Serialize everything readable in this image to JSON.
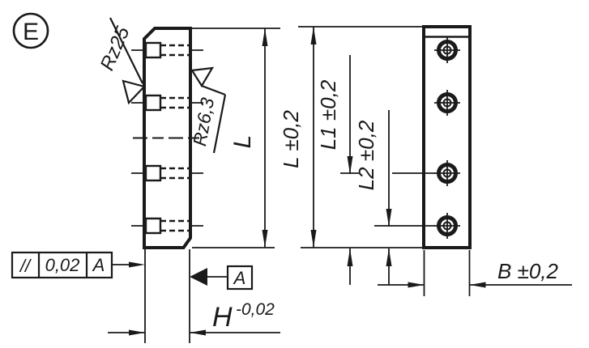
{
  "view_label": "E",
  "surface_finish": {
    "left_face": "Rz25",
    "front_face": "Rz6,3"
  },
  "dimensions": {
    "length": "L",
    "length_tol": "L ±0,2",
    "hole_pos_1": "L1 ±0,2",
    "hole_pos_2": "L2 ±0,2",
    "width": "B ±0,2",
    "height_base": "H",
    "height_tol": "-0,02"
  },
  "tolerance_frame": {
    "symbol": "//",
    "value": "0,02",
    "datum_ref": "A"
  },
  "datum_label": "A",
  "colors": {
    "line": "#1a1a1a",
    "background": "#ffffff"
  }
}
